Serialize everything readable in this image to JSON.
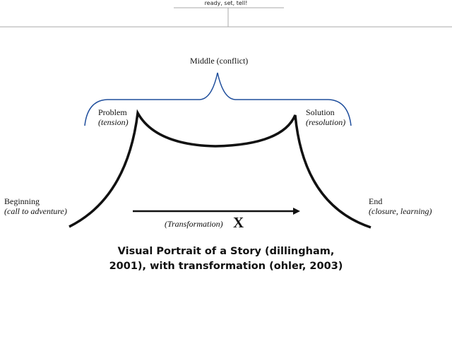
{
  "header": {
    "title": "ready, set, tell!"
  },
  "diagram": {
    "middle": "Middle (conflict)",
    "problem": {
      "label": "Problem",
      "sub": "(tension)"
    },
    "solution": {
      "label": "Solution",
      "sub": "(resolution)"
    },
    "beginning": {
      "label": "Beginning",
      "sub": "(call to adventure)"
    },
    "end": {
      "label": "End",
      "sub": "(closure, learning)"
    },
    "transformation": "(Transformation)",
    "marker": "X",
    "brace_color": "#1f4e9c"
  },
  "caption": {
    "line1": "Visual Portrait of a Story (dillingham,",
    "line2": "2001), with transformation (ohler, 2003)"
  }
}
